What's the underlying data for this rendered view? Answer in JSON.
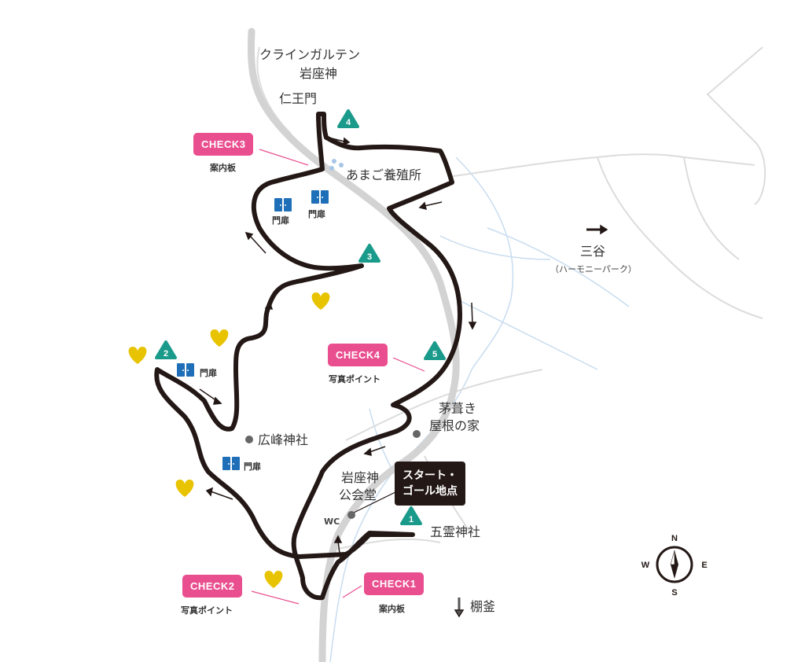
{
  "places": {
    "klein": "クラインガルテン",
    "iwakura_jinja": "岩座神",
    "niomon": "仁王門",
    "amago": "あまご養殖所",
    "mitani": "三谷",
    "harmony_park": "（ハーモニーパーク）",
    "kayabuki_1": "茅葺き",
    "kayabuki_2": "屋根の家",
    "hiromine": "広峰神社",
    "kominkan_1": "岩座神",
    "kominkan_2": "公会堂",
    "wc": "WC",
    "gorei": "五霊神社",
    "tanagama": "棚釜"
  },
  "start_goal": {
    "line1": "スタート・",
    "line2": "ゴール地点"
  },
  "checkpoints": [
    {
      "label": "CHECK1",
      "caption": "案内板"
    },
    {
      "label": "CHECK2",
      "caption": "写真ポイント"
    },
    {
      "label": "CHECK3",
      "caption": "案内板"
    },
    {
      "label": "CHECK4",
      "caption": "写真ポイント"
    }
  ],
  "waypoints": [
    "1",
    "2",
    "3",
    "4",
    "5"
  ],
  "gate_label": "門扉",
  "compass": {
    "n": "N",
    "s": "S",
    "e": "E",
    "w": "W"
  },
  "colors": {
    "route": "#231815",
    "check": "#e94e8f",
    "waypoint": "#1a9a8a",
    "heart": "#e8c300",
    "gate": "#1e6fb8",
    "road": "#d9d9d9",
    "river": "#c8dcef"
  }
}
